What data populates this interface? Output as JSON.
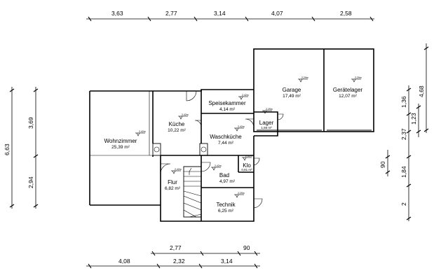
{
  "dimensions": {
    "top": [
      "3,63",
      "2,77",
      "3,14",
      "4,07",
      "2,58"
    ],
    "bottom_inner": [
      "2,77",
      "90"
    ],
    "bottom_outer": [
      "4,08",
      "2,32",
      "3,14"
    ],
    "left_outer": [
      "6,63"
    ],
    "left_inner": [
      "3,69",
      "2,94"
    ],
    "right_outer": [
      "4,68"
    ],
    "right_mid": [
      "1,36",
      "1,23",
      "2,37",
      "1,84",
      "2"
    ],
    "right_inner": [
      "90"
    ]
  },
  "rooms": {
    "wohnzimmer": {
      "name": "Wohnzimmer",
      "area": "25,39 m²",
      "height": "2,42m"
    },
    "kueche": {
      "name": "Küche",
      "area": "10,22 m²",
      "height": "2,42m"
    },
    "speisekammer": {
      "name": "Speisekammer",
      "area": "4,14 m²",
      "height": "2,42m"
    },
    "waschkueche": {
      "name": "Waschküche",
      "area": "7,44 m²",
      "height": "2,42m"
    },
    "flur": {
      "name": "Flur",
      "area": "6,82 m²",
      "height": "2,42m"
    },
    "bad": {
      "name": "Bad",
      "area": "4,97 m²",
      "height": "2,42m"
    },
    "klo": {
      "name": "Klo",
      "area": "0,81 m²",
      "height": "2,42m"
    },
    "lager": {
      "name": "Lager",
      "area": "1,56 m²",
      "height": "2,29m"
    },
    "garage": {
      "name": "Garage",
      "area": "17,49 m²",
      "height": "2,29m"
    },
    "geraetelager": {
      "name": "Gerätelager",
      "area": "12,07 m²",
      "height": "2,29m"
    },
    "technik": {
      "name": "Technik",
      "area": "6,25 m²",
      "height": "2,29m"
    }
  }
}
